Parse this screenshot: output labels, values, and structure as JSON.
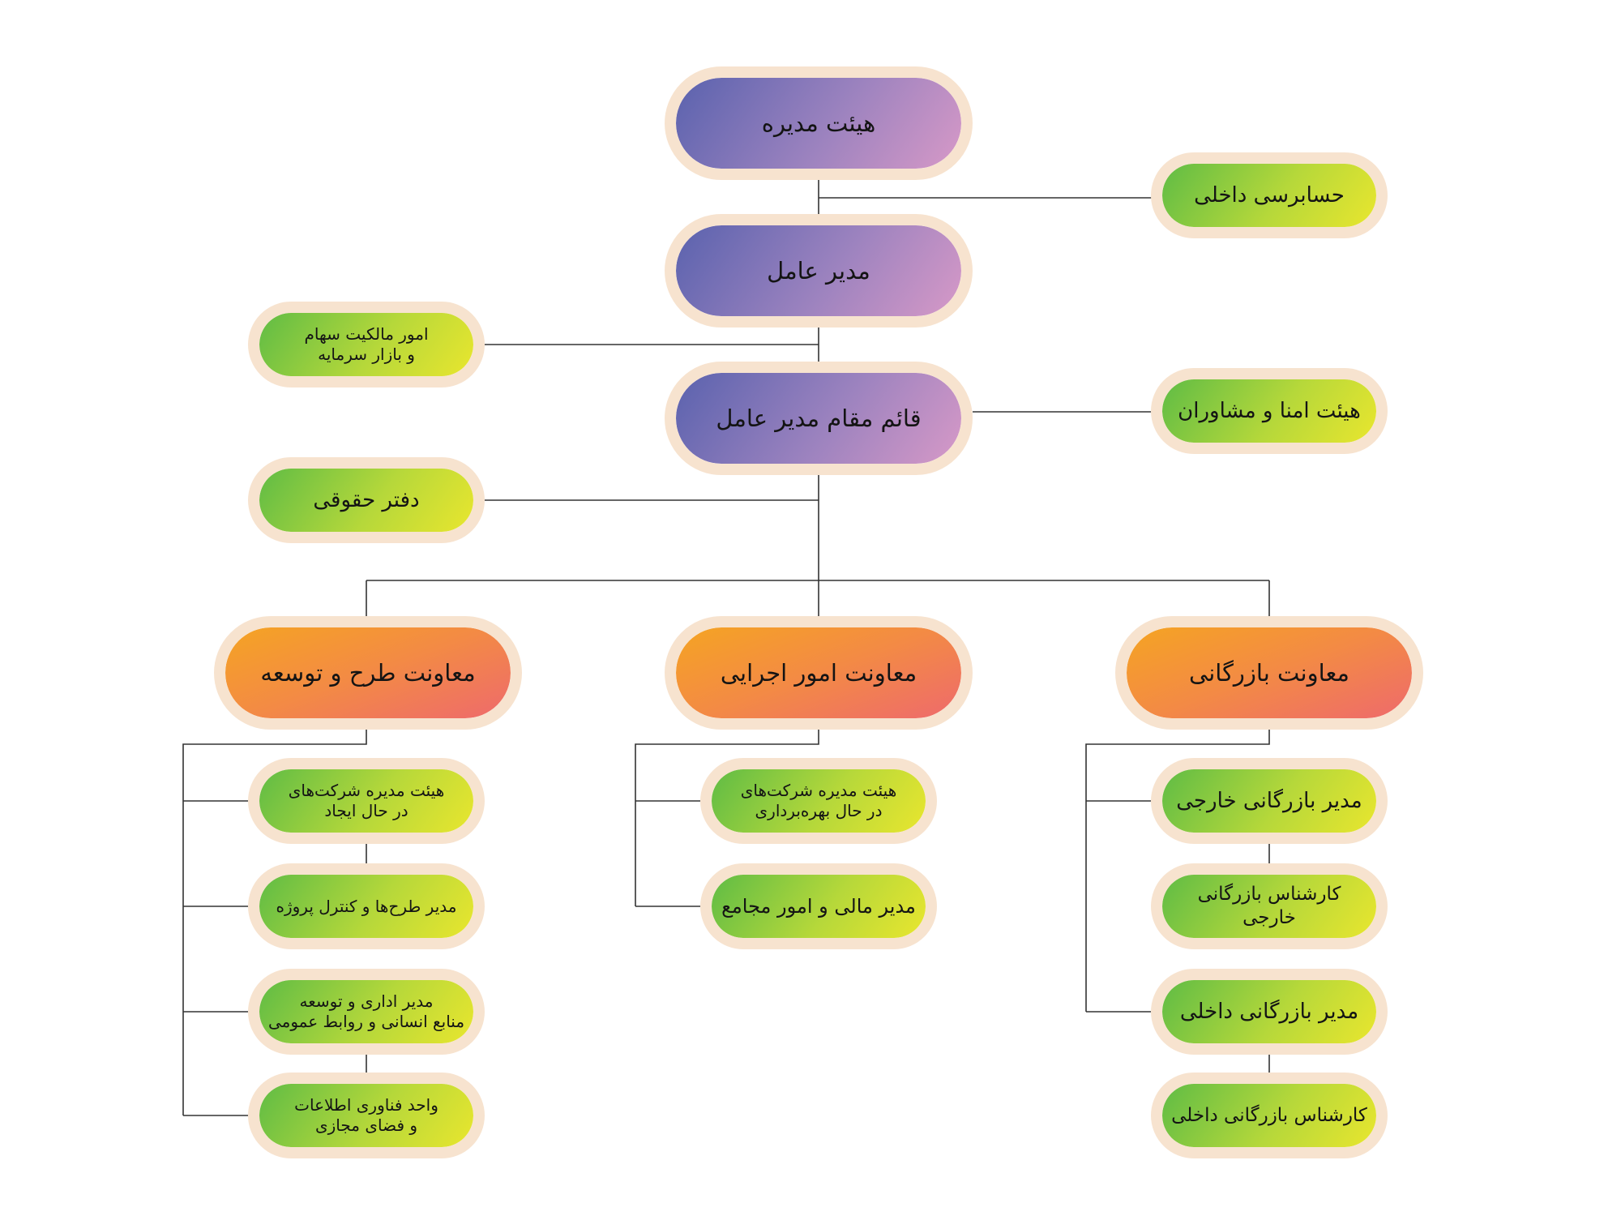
{
  "board": {
    "label": "هیئت مدیره"
  },
  "internal_audit": {
    "label": "حسابرسی داخلی"
  },
  "ceo": {
    "label": "مدیر عامل"
  },
  "shares_affairs": {
    "label": "امور مالکیت سهام\nو بازار سرمایه"
  },
  "deputy_ceo": {
    "label": "قائم مقام مدیر عامل"
  },
  "trustees": {
    "label": "هیئت امنا و مشاوران"
  },
  "legal_office": {
    "label": "دفتر حقوقی"
  },
  "vp_development": {
    "label": "معاونت طرح و توسعه"
  },
  "vp_operations": {
    "label": "معاونت امور اجرایی"
  },
  "vp_commerce": {
    "label": "معاونت بازرگانی"
  },
  "dev_children": [
    {
      "label": "هیئت مدیره شرکت‌های\nدر حال ایجاد"
    },
    {
      "label": "مدیر طرح‌ها و کنترل پروژه"
    },
    {
      "label": "مدیر اداری و توسعه\nمنابع انسانی و روابط عمومی"
    },
    {
      "label": "واحد فناوری اطلاعات\nو فضای مجازی"
    }
  ],
  "ops_children": [
    {
      "label": "هیئت مدیره شرکت‌های\nدر حال بهره‌برداری"
    },
    {
      "label": "مدیر مالی و امور مجامع"
    }
  ],
  "commerce_children": [
    {
      "label": "مدیر بازرگانی خارجی"
    },
    {
      "label": "کارشناس بازرگانی خارجی"
    },
    {
      "label": "مدیر بازرگانی داخلی"
    },
    {
      "label": "کارشناس بازرگانی داخلی"
    }
  ]
}
